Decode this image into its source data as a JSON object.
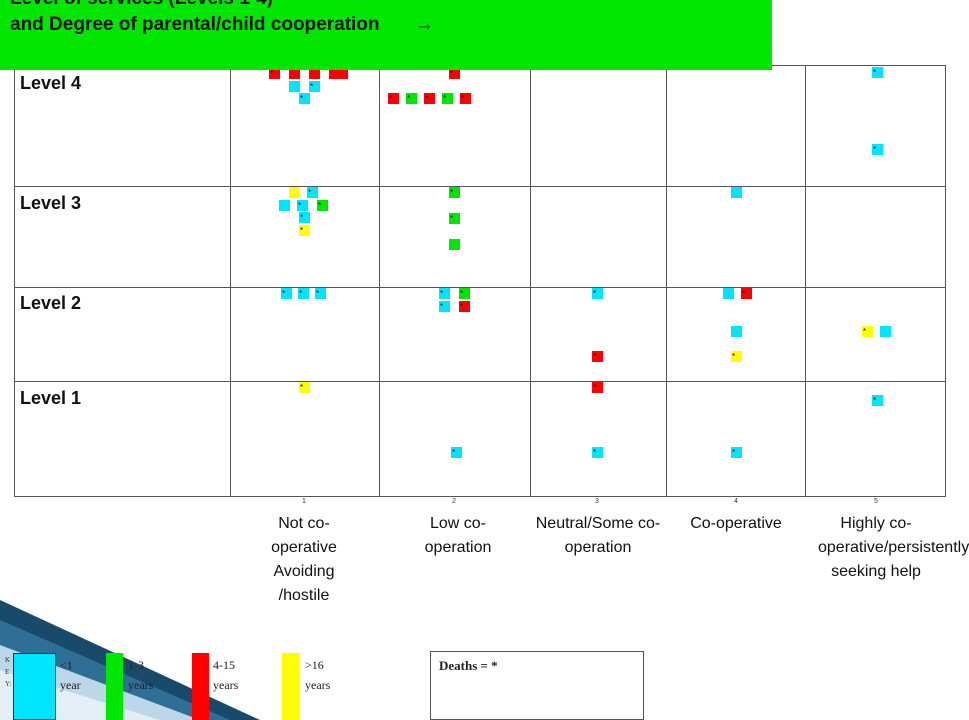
{
  "title": {
    "line1": "Level of services (Levels 1-4)",
    "line2": "and Degree of parental/child cooperation",
    "arrow": "→"
  },
  "rows": [
    {
      "label": "Level 4"
    },
    {
      "label": "Level 3"
    },
    {
      "label": "Level 2"
    },
    {
      "label": "Level 1"
    }
  ],
  "columns": [
    {
      "number": "1",
      "label": "Not co-operative Avoiding /hostile"
    },
    {
      "number": "2",
      "label": "Low co-operation"
    },
    {
      "number": "3",
      "label": "Neutral/Some co-operation"
    },
    {
      "number": "4",
      "label": "Co-operative"
    },
    {
      "number": "5",
      "label": "Highly co-operative/persistently seeking help"
    }
  ],
  "colors": {
    "title_bg": "#00e600",
    "cyan": "#00e5ff",
    "green": "#00e600",
    "red": "#ff0000",
    "yellow": "#ffff00"
  },
  "key": {
    "label": "KEY:",
    "items": [
      {
        "color": "cyan",
        "label": "<1 year"
      },
      {
        "color": "green",
        "label": "1-3 years"
      },
      {
        "color": "red",
        "label": "4-15 years"
      },
      {
        "color": "yellow",
        "label": ">16 years"
      }
    ]
  },
  "deaths_label": "Deaths = *",
  "markers": [
    {
      "row": "Level 4",
      "col": 1,
      "color": "red",
      "death": true
    },
    {
      "row": "Level 4",
      "col": 1,
      "color": "red",
      "death": false
    },
    {
      "row": "Level 4",
      "col": 1,
      "color": "red",
      "death": false
    },
    {
      "row": "Level 4",
      "col": 1,
      "color": "red",
      "death": false
    },
    {
      "row": "Level 4",
      "col": 1,
      "color": "red",
      "death": false
    },
    {
      "row": "Level 4",
      "col": 1,
      "color": "cyan",
      "death": false
    },
    {
      "row": "Level 4",
      "col": 1,
      "color": "cyan",
      "death": true
    },
    {
      "row": "Level 4",
      "col": 1,
      "color": "cyan",
      "death": true
    },
    {
      "row": "Level 4",
      "col": 2,
      "color": "red",
      "death": true
    },
    {
      "row": "Level 4",
      "col": 2,
      "color": "red",
      "death": true
    },
    {
      "row": "Level 4",
      "col": 2,
      "color": "green",
      "death": true
    },
    {
      "row": "Level 4",
      "col": 2,
      "color": "red",
      "death": true
    },
    {
      "row": "Level 4",
      "col": 2,
      "color": "green",
      "death": true
    },
    {
      "row": "Level 4",
      "col": 2,
      "color": "red",
      "death": true
    },
    {
      "row": "Level 4",
      "col": 5,
      "color": "cyan",
      "death": true
    },
    {
      "row": "Level 4",
      "col": 5,
      "color": "cyan",
      "death": true
    },
    {
      "row": "Level 3",
      "col": 1,
      "color": "yellow",
      "death": false
    },
    {
      "row": "Level 3",
      "col": 1,
      "color": "cyan",
      "death": true
    },
    {
      "row": "Level 3",
      "col": 1,
      "color": "cyan",
      "death": false
    },
    {
      "row": "Level 3",
      "col": 1,
      "color": "cyan",
      "death": true
    },
    {
      "row": "Level 3",
      "col": 1,
      "color": "green",
      "death": true
    },
    {
      "row": "Level 3",
      "col": 1,
      "color": "cyan",
      "death": true
    },
    {
      "row": "Level 3",
      "col": 1,
      "color": "yellow",
      "death": true
    },
    {
      "row": "Level 3",
      "col": 2,
      "color": "green",
      "death": true
    },
    {
      "row": "Level 3",
      "col": 2,
      "color": "green",
      "death": true
    },
    {
      "row": "Level 3",
      "col": 2,
      "color": "green",
      "death": false
    },
    {
      "row": "Level 3",
      "col": 4,
      "color": "cyan",
      "death": false
    },
    {
      "row": "Level 2",
      "col": 1,
      "color": "cyan",
      "death": true
    },
    {
      "row": "Level 2",
      "col": 1,
      "color": "cyan",
      "death": true
    },
    {
      "row": "Level 2",
      "col": 1,
      "color": "cyan",
      "death": true
    },
    {
      "row": "Level 2",
      "col": 2,
      "color": "cyan",
      "death": true
    },
    {
      "row": "Level 2",
      "col": 2,
      "color": "green",
      "death": true
    },
    {
      "row": "Level 2",
      "col": 2,
      "color": "cyan",
      "death": true
    },
    {
      "row": "Level 2",
      "col": 2,
      "color": "red",
      "death": true
    },
    {
      "row": "Level 2",
      "col": 3,
      "color": "cyan",
      "death": true
    },
    {
      "row": "Level 2",
      "col": 3,
      "color": "red",
      "death": true
    },
    {
      "row": "Level 2",
      "col": 4,
      "color": "cyan",
      "death": false
    },
    {
      "row": "Level 2",
      "col": 4,
      "color": "red",
      "death": true
    },
    {
      "row": "Level 2",
      "col": 4,
      "color": "cyan",
      "death": false
    },
    {
      "row": "Level 2",
      "col": 4,
      "color": "yellow",
      "death": true
    },
    {
      "row": "Level 2",
      "col": 5,
      "color": "yellow",
      "death": true
    },
    {
      "row": "Level 2",
      "col": 5,
      "color": "cyan",
      "death": false
    },
    {
      "row": "Level 1",
      "col": 1,
      "color": "yellow",
      "death": true
    },
    {
      "row": "Level 1",
      "col": 2,
      "color": "cyan",
      "death": true
    },
    {
      "row": "Level 1",
      "col": 3,
      "color": "red",
      "death": true
    },
    {
      "row": "Level 1",
      "col": 3,
      "color": "cyan",
      "death": true
    },
    {
      "row": "Level 1",
      "col": 4,
      "color": "cyan",
      "death": true
    },
    {
      "row": "Level 1",
      "col": 5,
      "color": "cyan",
      "death": true
    }
  ]
}
